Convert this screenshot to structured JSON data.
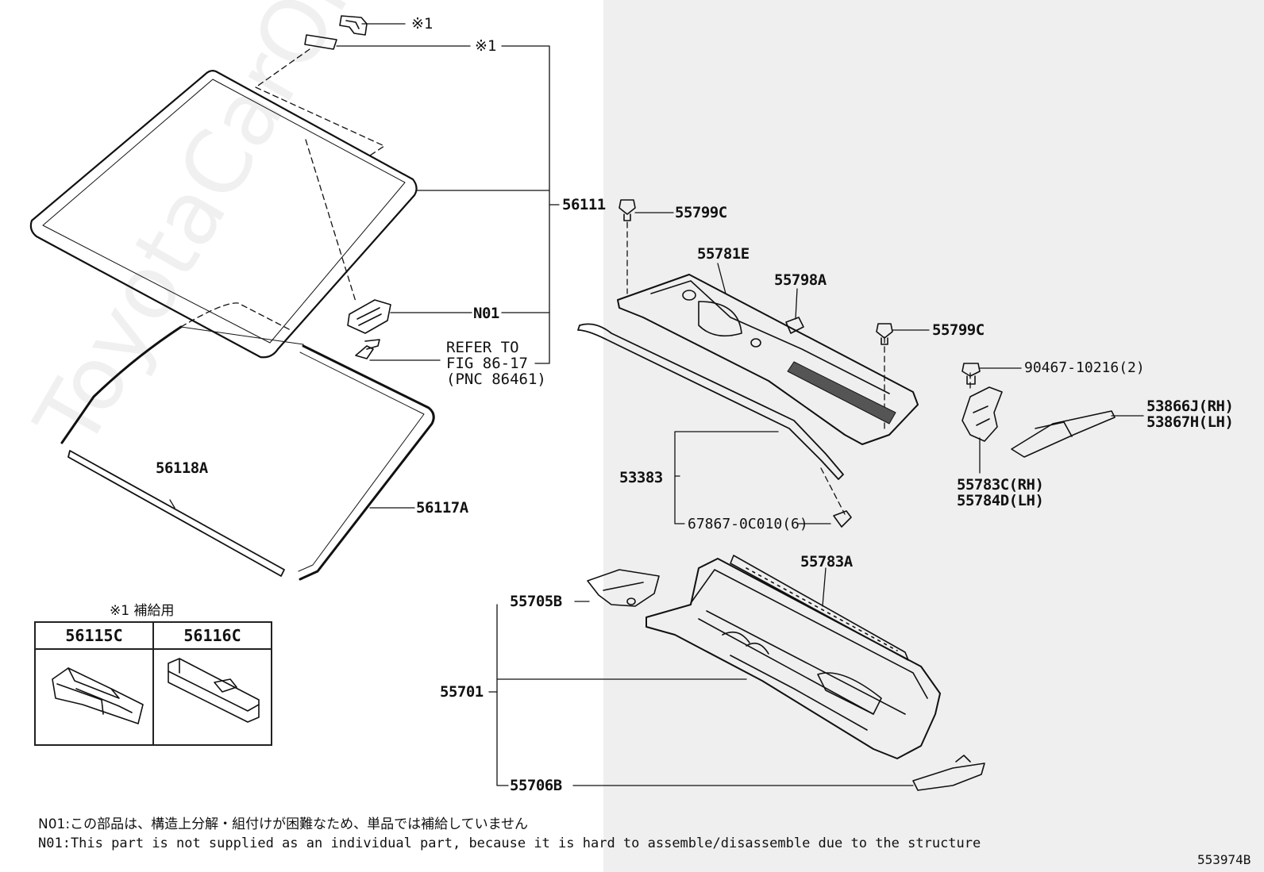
{
  "labels": {
    "p56111": "56111",
    "n01": "N01",
    "refer": "REFER TO\nFIG 86-17\n(PNC 86461)",
    "star1_top": "※1",
    "star1_mid": "※1",
    "p56118a": "56118A",
    "p56117a": "56117A",
    "supply_note": "※1 補給用",
    "p56115c": "56115C",
    "p56116c": "56116C",
    "p55799c_a": "55799C",
    "p55781e": "55781E",
    "p55798a": "55798A",
    "p55799c_b": "55799C",
    "p90467": "90467-10216(2)",
    "p53866j": "53866J(RH)\n53867H(LH)",
    "p55783c": "55783C(RH)\n55784D(LH)",
    "p53383": "53383",
    "p67867": "67867-0C010(6)",
    "p55783a": "55783A",
    "p55705b": "55705B",
    "p55701": "55701",
    "p55706b": "55706B"
  },
  "notes": {
    "jp": "N01:この部品は、構造上分解・組付けが困難なため、単品では補給していません",
    "en": "N01:This part is not supplied as an individual part, because it is hard to assemble/disassemble due to the structure"
  },
  "figure_id": "553974B",
  "watermark": "ToyotaCarOnline.ru",
  "colors": {
    "line": "#111111",
    "shade": "#efefef"
  }
}
